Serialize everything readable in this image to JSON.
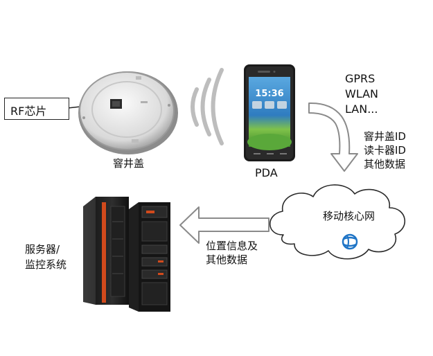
{
  "nodes": {
    "rf_chip": {
      "label": "RF芯片"
    },
    "manhole_cover": {
      "label": "窨井盖"
    },
    "pda": {
      "label": "PDA",
      "screen_time": "15:36"
    },
    "networks": {
      "items": [
        "GPRS",
        "WLAN",
        "LAN..."
      ]
    },
    "uplink_data": {
      "items": [
        "窨井盖ID",
        "读卡器ID",
        "其他数据"
      ]
    },
    "core_network": {
      "label": "移动核心网",
      "icon": "china-mobile-logo-icon"
    },
    "downlink_data": {
      "items": [
        "位置信息及",
        "其他数据"
      ]
    },
    "server": {
      "lines": [
        "服务器/",
        "监控系统"
      ]
    }
  },
  "icons": {
    "manhole": "manhole-cover-icon",
    "phone": "phone-icon",
    "waves": "wireless-waves-icon",
    "server": "server-rack-icon",
    "cloud": "cloud-icon"
  },
  "colors": {
    "server_accent": "#d24a1c",
    "logo_blue": "#1e74c6",
    "phone_screen": "#3a8fd0"
  }
}
